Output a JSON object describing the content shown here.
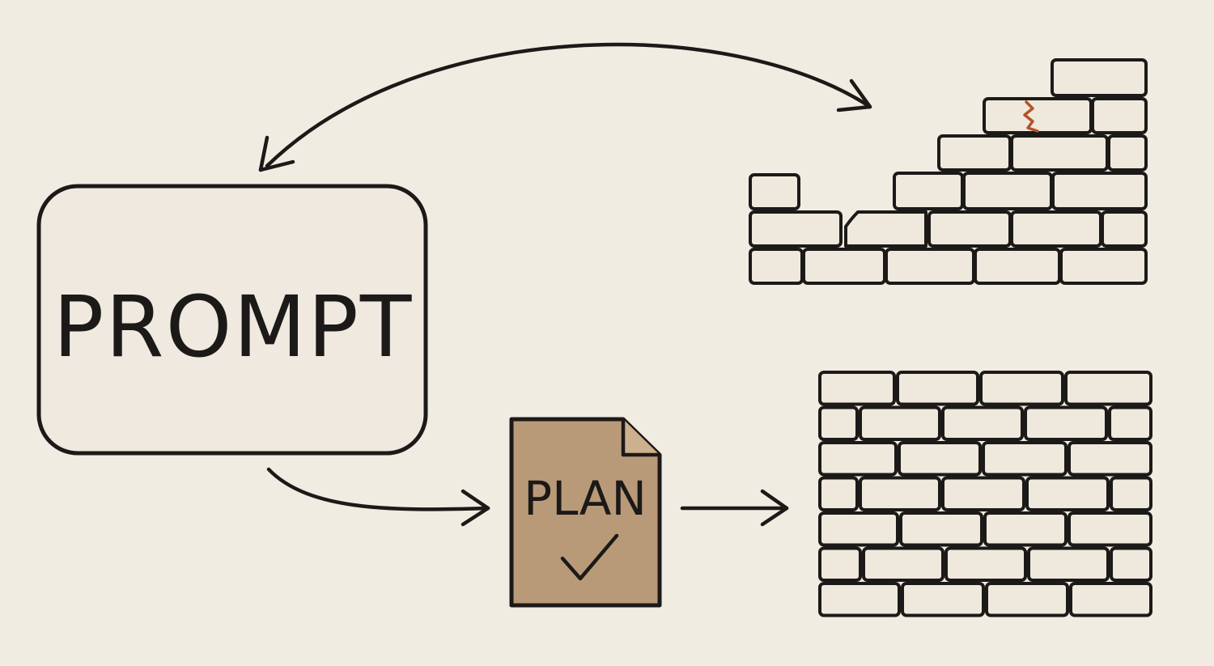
{
  "prompt_box": {
    "label": "PROMPT",
    "fill": "#efe9df"
  },
  "plan_doc": {
    "label": "PLAN",
    "fill": "#b99a78",
    "check_icon": "checkmark-icon"
  },
  "colors": {
    "background": "#f1ece2",
    "ink": "#1c1a18",
    "brick": "#efe9dd",
    "crack": "#b5512a"
  },
  "walls": {
    "broken": {
      "description_icon": "broken-stepped-wall",
      "has_crack": true
    },
    "solid": {
      "description_icon": "complete-brick-wall"
    }
  }
}
